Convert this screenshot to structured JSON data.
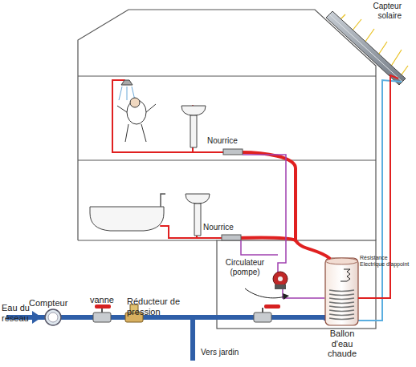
{
  "diagram": {
    "labels": [
      "Capteur solaire",
      "Nourrice",
      "Nourrice",
      "Circulateur (pompe)",
      "Résistance Electrique d'appoint",
      "Compteur",
      "vanne",
      "Réducteur de pression",
      "Eau du réseau",
      "Vers jardin",
      "Ballon d'eau chaude"
    ]
  }
}
